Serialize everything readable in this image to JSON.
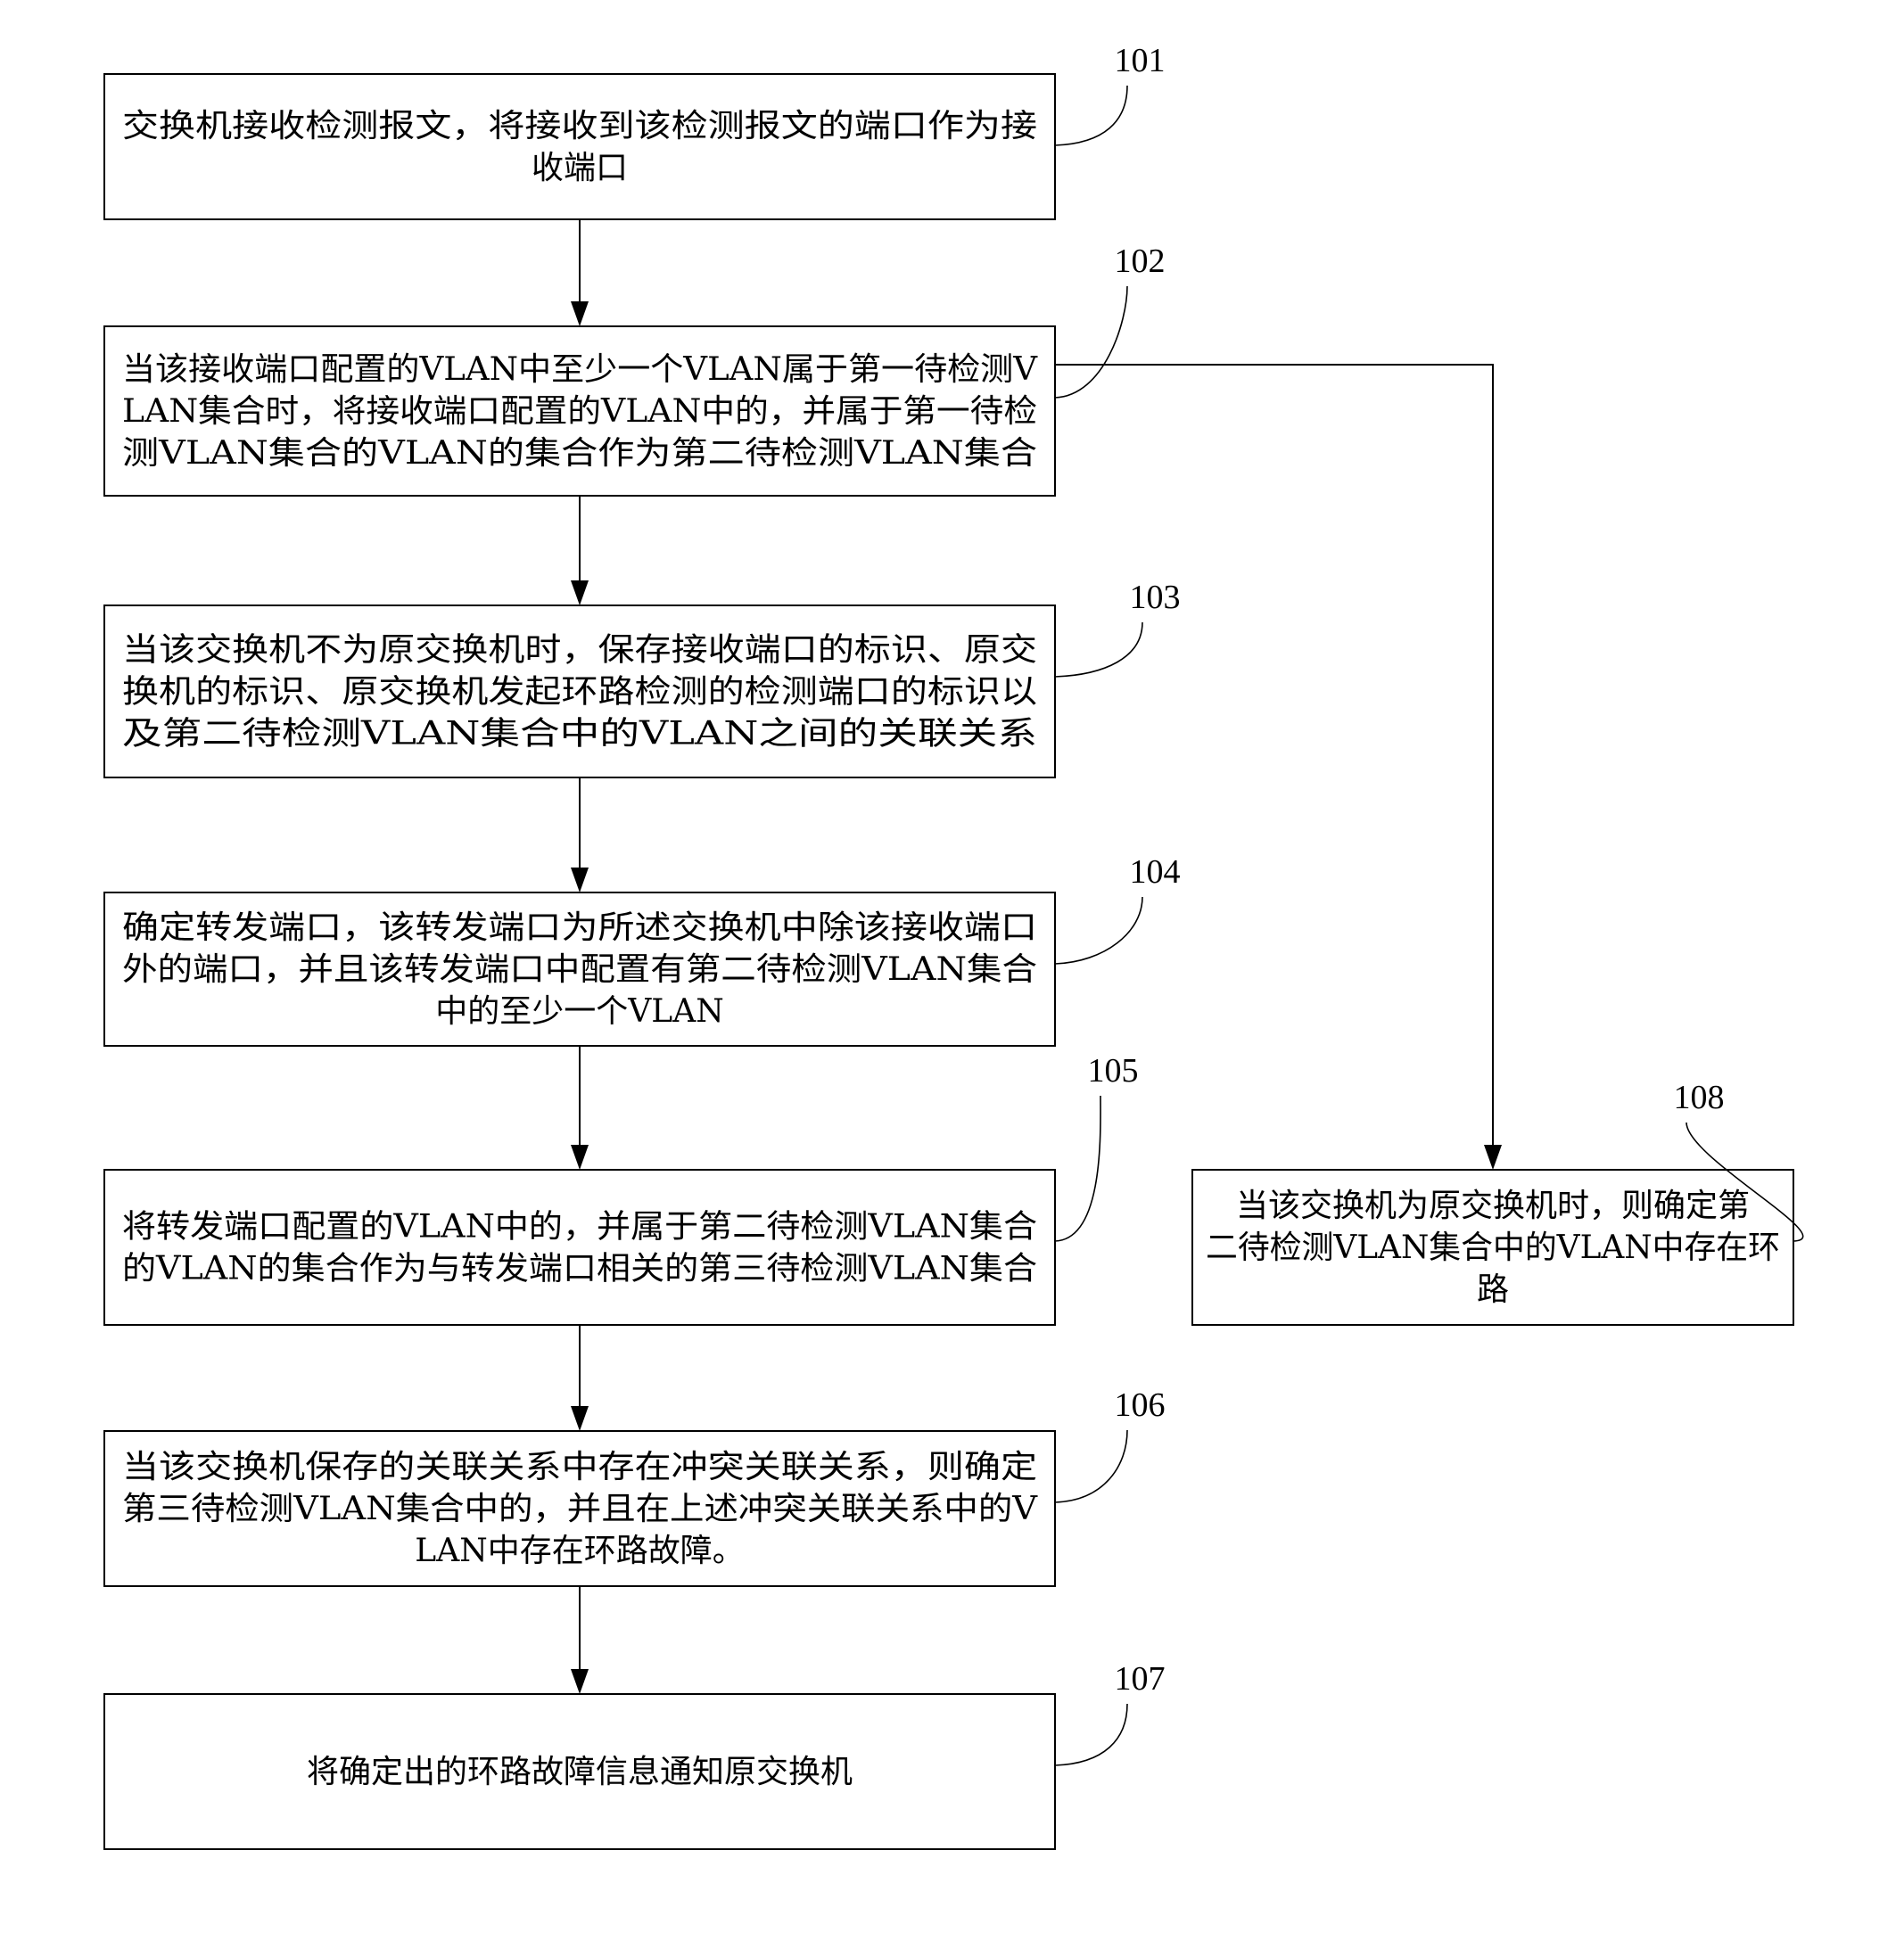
{
  "steps": [
    {
      "id": "101",
      "lines": [
        "交换机接收检测报文，将接收到该检测报文的端口作为接",
        "收端口"
      ]
    },
    {
      "id": "102",
      "lines": [
        "当该接收端口配置的VLAN中至少一个VLAN属于第一待检测V",
        "LAN集合时，将接收端口配置的VLAN中的，并属于第一待检",
        "测VLAN集合的VLAN的集合作为第二待检测VLAN集合"
      ]
    },
    {
      "id": "103",
      "lines": [
        "当该交换机不为原交换机时，保存接收端口的标识、原交",
        "换机的标识、原交换机发起环路检测的检测端口的标识以",
        "及第二待检测VLAN集合中的VLAN之间的关联关系"
      ]
    },
    {
      "id": "104",
      "lines": [
        "确定转发端口，该转发端口为所述交换机中除该接收端口",
        "外的端口，并且该转发端口中配置有第二待检测VLAN集合",
        "中的至少一个VLAN"
      ]
    },
    {
      "id": "105",
      "lines": [
        "将转发端口配置的VLAN中的，并属于第二待检测VLAN集合",
        "的VLAN的集合作为与转发端口相关的第三待检测VLAN集合"
      ]
    },
    {
      "id": "106",
      "lines": [
        "当该交换机保存的关联关系中存在冲突关联关系，则确定",
        "第三待检测VLAN集合中的，并且在上述冲突关联关系中的V",
        "LAN中存在环路故障。"
      ]
    },
    {
      "id": "107",
      "lines": [
        "将确定出的环路故障信息通知原交换机"
      ]
    },
    {
      "id": "108",
      "lines": [
        "当该交换机为原交换机时，则确定第",
        "二待检测VLAN集合中的VLAN中存在环",
        "路"
      ]
    }
  ],
  "edges": [
    {
      "from": "101",
      "to": "102"
    },
    {
      "from": "102",
      "to": "103"
    },
    {
      "from": "103",
      "to": "104"
    },
    {
      "from": "104",
      "to": "105"
    },
    {
      "from": "105",
      "to": "106"
    },
    {
      "from": "106",
      "to": "107"
    },
    {
      "from": "102",
      "to": "108"
    }
  ]
}
